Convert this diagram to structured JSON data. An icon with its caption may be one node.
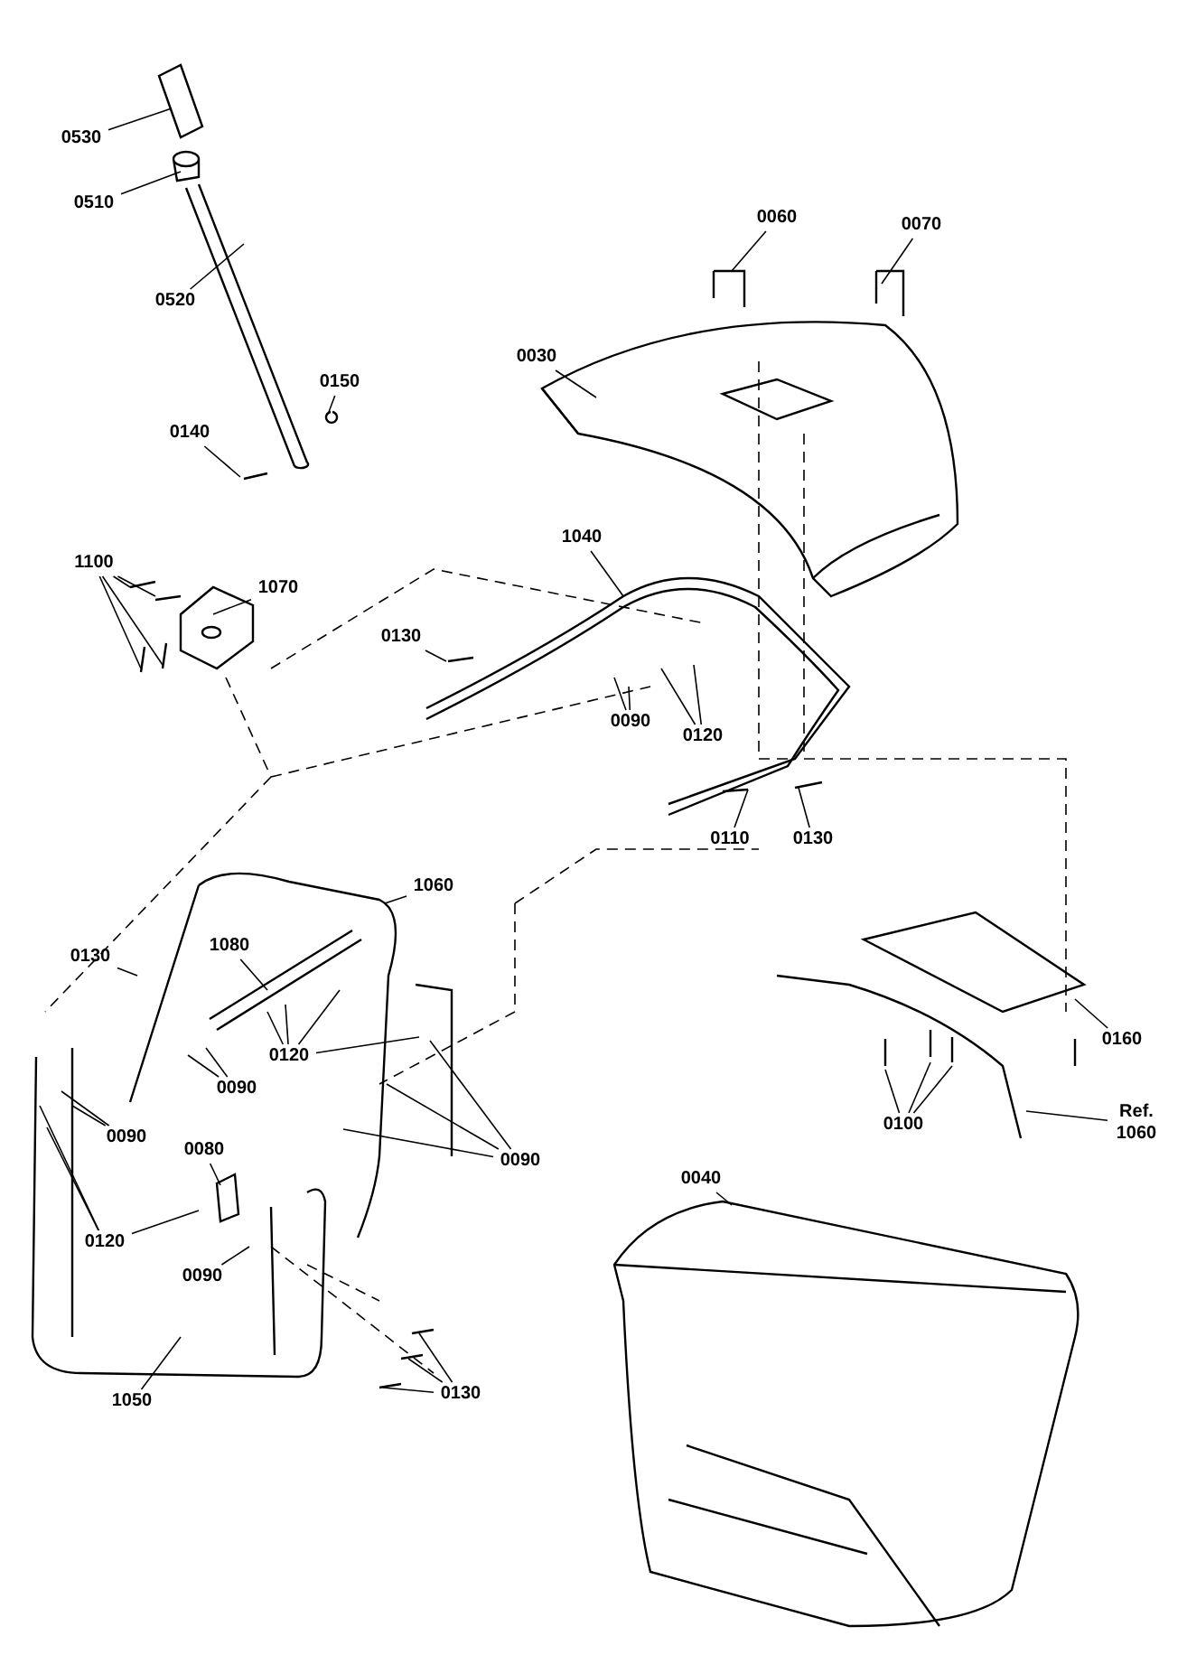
{
  "diagram": {
    "nodes": [
      {
        "text": [
          "0530"
        ]
      },
      {
        "text": [
          "0510"
        ]
      },
      {
        "text": [
          "0520"
        ]
      },
      {
        "text": [
          "0140"
        ]
      },
      {
        "text": [
          "0150"
        ]
      },
      {
        "text": [
          "0060"
        ]
      },
      {
        "text": [
          "0070"
        ]
      },
      {
        "text": [
          "0030"
        ]
      },
      {
        "text": [
          "1100"
        ]
      },
      {
        "text": [
          "1070"
        ]
      },
      {
        "text": [
          "1040"
        ]
      },
      {
        "text": [
          "0130"
        ]
      },
      {
        "text": [
          "0090"
        ]
      },
      {
        "text": [
          "0120"
        ]
      },
      {
        "text": [
          "0110"
        ]
      },
      {
        "text": [
          "0130"
        ]
      },
      {
        "text": [
          "1060"
        ]
      },
      {
        "text": [
          "0130"
        ]
      },
      {
        "text": [
          "1080"
        ]
      },
      {
        "text": [
          "0120"
        ]
      },
      {
        "text": [
          "0090"
        ]
      },
      {
        "text": [
          "0090"
        ]
      },
      {
        "text": [
          "0160"
        ]
      },
      {
        "text": [
          "0100"
        ]
      },
      {
        "text": [
          "Ref. 1060"
        ]
      },
      {
        "text": [
          "0040"
        ]
      },
      {
        "text": [
          "0090"
        ]
      },
      {
        "text": [
          "0080"
        ]
      },
      {
        "text": [
          "0120"
        ]
      },
      {
        "text": [
          "0090"
        ]
      },
      {
        "text": [
          "1050"
        ]
      },
      {
        "text": [
          "0130"
        ]
      }
    ],
    "edges": [
      {
        "from": 0,
        "to": null,
        "arrow": "none"
      },
      {
        "from": 1,
        "to": null,
        "arrow": "none"
      },
      {
        "from": 2,
        "to": null,
        "arrow": "none"
      },
      {
        "from": 3,
        "to": null,
        "arrow": "none"
      },
      {
        "from": 4,
        "to": null,
        "arrow": "none"
      },
      {
        "from": 5,
        "to": null,
        "arrow": "none"
      },
      {
        "from": 6,
        "to": null,
        "arrow": "none"
      },
      {
        "from": 7,
        "to": null,
        "arrow": "none"
      },
      {
        "from": 8,
        "to": null,
        "arrow": "none"
      },
      {
        "from": 8,
        "to": null,
        "arrow": "none"
      },
      {
        "from": 8,
        "to": null,
        "arrow": "none"
      },
      {
        "from": 8,
        "to": null,
        "arrow": "none"
      },
      {
        "from": 9,
        "to": null,
        "arrow": "none"
      },
      {
        "from": 10,
        "to": null,
        "arrow": "none"
      },
      {
        "from": 11,
        "to": null,
        "arrow": "none"
      },
      {
        "from": 12,
        "to": null,
        "arrow": "none"
      },
      {
        "from": 12,
        "to": null,
        "arrow": "none"
      },
      {
        "from": 13,
        "to": null,
        "arrow": "none"
      },
      {
        "from": 13,
        "to": null,
        "arrow": "none"
      },
      {
        "from": 14,
        "to": null,
        "arrow": "none"
      },
      {
        "from": 15,
        "to": null,
        "arrow": "none"
      },
      {
        "from": 16,
        "to": null,
        "arrow": "none"
      },
      {
        "from": 17,
        "to": null,
        "arrow": "none"
      },
      {
        "from": 18,
        "to": null,
        "arrow": "none"
      },
      {
        "from": 19,
        "to": null,
        "arrow": "none"
      },
      {
        "from": 19,
        "to": null,
        "arrow": "none"
      },
      {
        "from": 19,
        "to": null,
        "arrow": "none"
      },
      {
        "from": 19,
        "to": null,
        "arrow": "none"
      },
      {
        "from": 20,
        "to": null,
        "arrow": "none"
      },
      {
        "from": 20,
        "to": null,
        "arrow": "none"
      },
      {
        "from": 21,
        "to": null,
        "arrow": "none"
      },
      {
        "from": 21,
        "to": null,
        "arrow": "none"
      },
      {
        "from": 21,
        "to": null,
        "arrow": "none"
      },
      {
        "from": 22,
        "to": null,
        "arrow": "none"
      },
      {
        "from": 23,
        "to": null,
        "arrow": "none"
      },
      {
        "from": 23,
        "to": null,
        "arrow": "none"
      },
      {
        "from": 23,
        "to": null,
        "arrow": "none"
      },
      {
        "from": 24,
        "to": null,
        "arrow": "none"
      },
      {
        "from": 25,
        "to": null,
        "arrow": "none"
      },
      {
        "from": 26,
        "to": null,
        "arrow": "none"
      },
      {
        "from": 26,
        "to": null,
        "arrow": "none"
      },
      {
        "from": 27,
        "to": null,
        "arrow": "none"
      },
      {
        "from": 28,
        "to": null,
        "arrow": "none"
      },
      {
        "from": 28,
        "to": null,
        "arrow": "none"
      },
      {
        "from": 28,
        "to": null,
        "arrow": "none"
      },
      {
        "from": 29,
        "to": null,
        "arrow": "none"
      },
      {
        "from": 30,
        "to": null,
        "arrow": "none"
      },
      {
        "from": 31,
        "to": null,
        "arrow": "none"
      },
      {
        "from": 31,
        "to": null,
        "arrow": "none"
      },
      {
        "from": 31,
        "to": null,
        "arrow": "none"
      }
    ]
  }
}
